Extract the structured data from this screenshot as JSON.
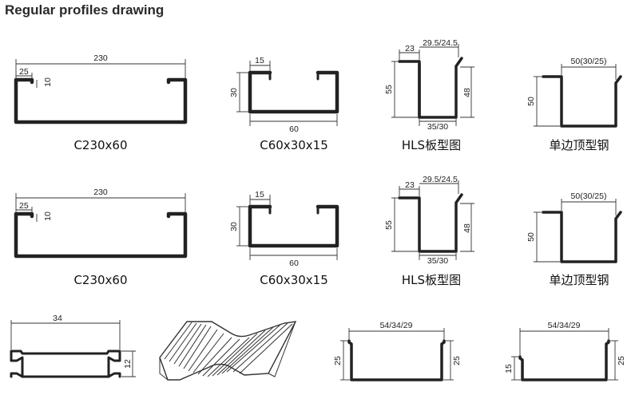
{
  "title": "Regular profiles drawing",
  "profiles": [
    {
      "caption": "C230x60",
      "dims": [
        "230",
        "25",
        "10"
      ]
    },
    {
      "caption": "C60x30x15",
      "dims": [
        "15",
        "30",
        "60"
      ]
    },
    {
      "caption": "HLS板型图",
      "dims": [
        "23",
        "29.5/24.5",
        "55",
        "48",
        "35/30"
      ]
    },
    {
      "caption": "单边顶型钢",
      "dims": [
        "50(30/25)",
        "50"
      ]
    },
    {
      "caption": "C230x60",
      "dims": [
        "230",
        "25",
        "10"
      ]
    },
    {
      "caption": "C60x30x15",
      "dims": [
        "15",
        "30",
        "60"
      ]
    },
    {
      "caption": "HLS板型图",
      "dims": [
        "23",
        "29.5/24.5",
        "55",
        "48",
        "35/30"
      ]
    },
    {
      "caption": "单边顶型钢",
      "dims": [
        "50(30/25)",
        "50"
      ]
    },
    {
      "caption": "",
      "dims": [
        "34",
        "12"
      ]
    },
    {
      "caption": "",
      "dims": []
    },
    {
      "caption": "",
      "dims": [
        "54/34/29",
        "25",
        "25"
      ]
    },
    {
      "caption": "",
      "dims": [
        "54/34/29",
        "15",
        "25"
      ]
    }
  ]
}
